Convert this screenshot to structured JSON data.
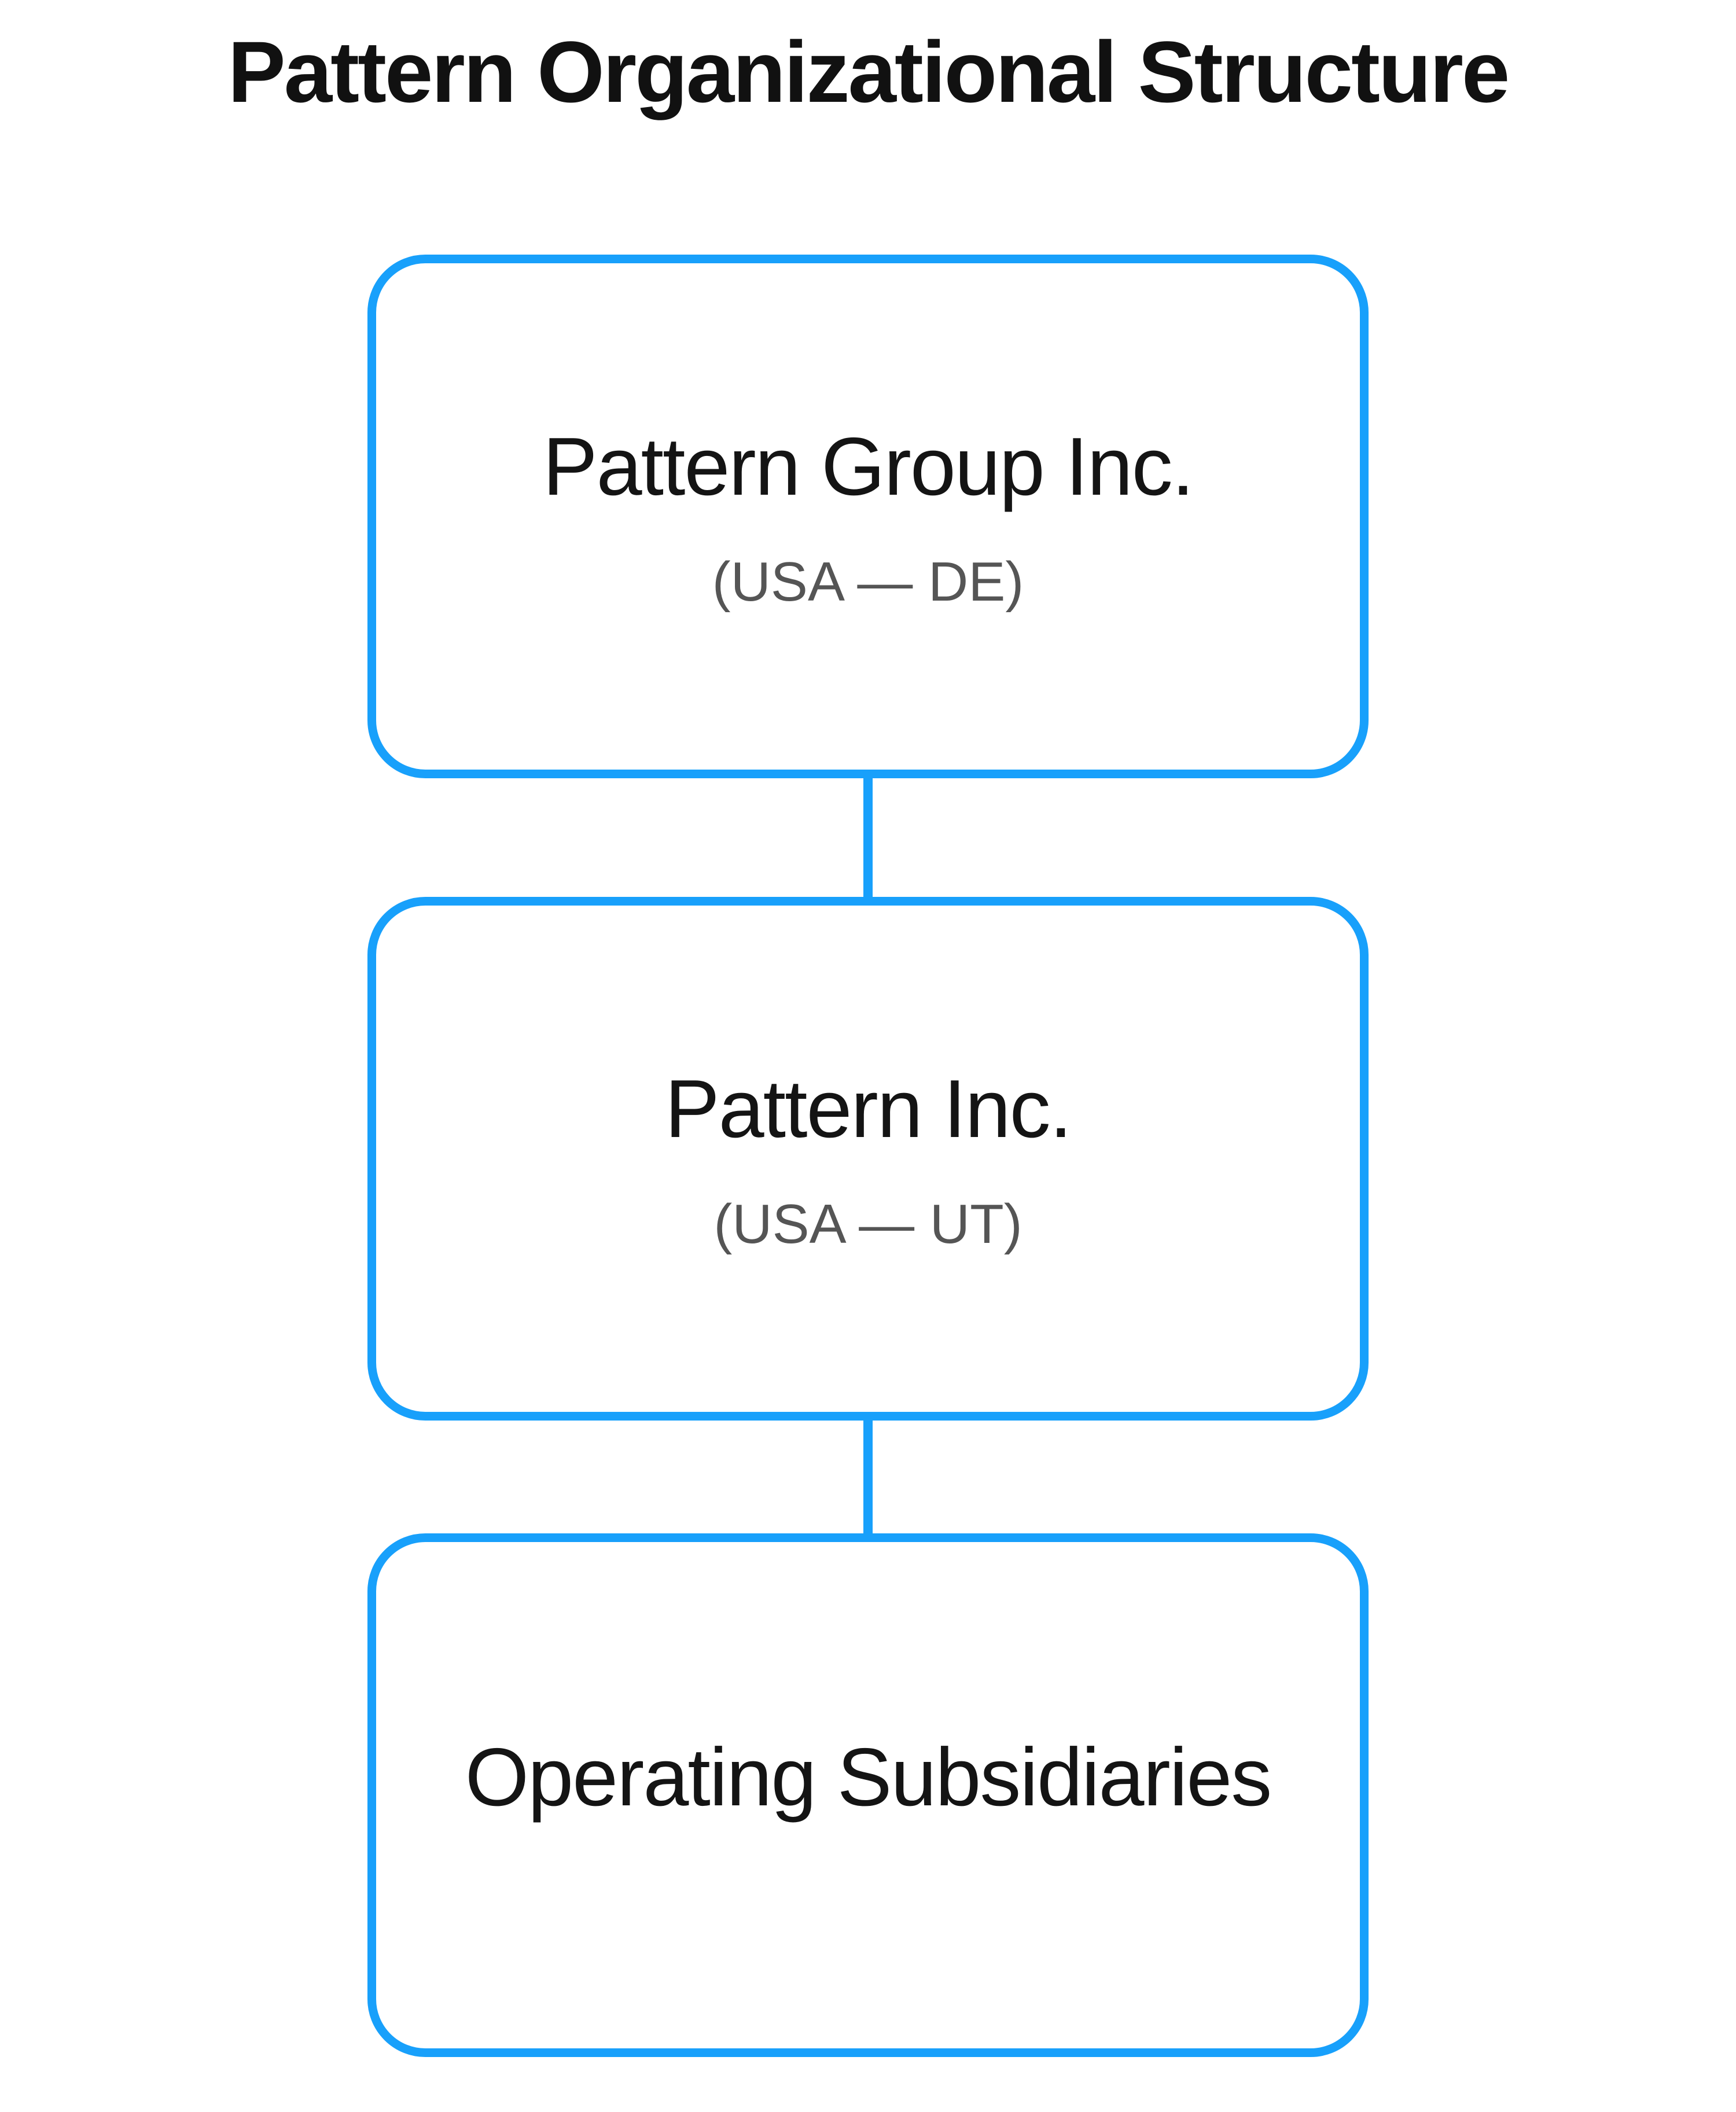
{
  "title": "Pattern Organizational Structure",
  "colors": {
    "accent": "#18A0FB",
    "background": "#FFFFFF",
    "title_text": "#111111",
    "node_text": "#141414",
    "sublabel_text": "#555555"
  },
  "nodes": [
    {
      "id": "pattern-group-inc",
      "label": "Pattern Group Inc.",
      "sublabel": "(USA — DE)"
    },
    {
      "id": "pattern-inc",
      "label": "Pattern Inc.",
      "sublabel": "(USA — UT)"
    },
    {
      "id": "operating-subsidiaries",
      "label": "Operating Subsidiaries",
      "sublabel": ""
    }
  ],
  "connections": [
    {
      "from": "pattern-group-inc",
      "to": "pattern-inc"
    },
    {
      "from": "pattern-inc",
      "to": "operating-subsidiaries"
    }
  ]
}
